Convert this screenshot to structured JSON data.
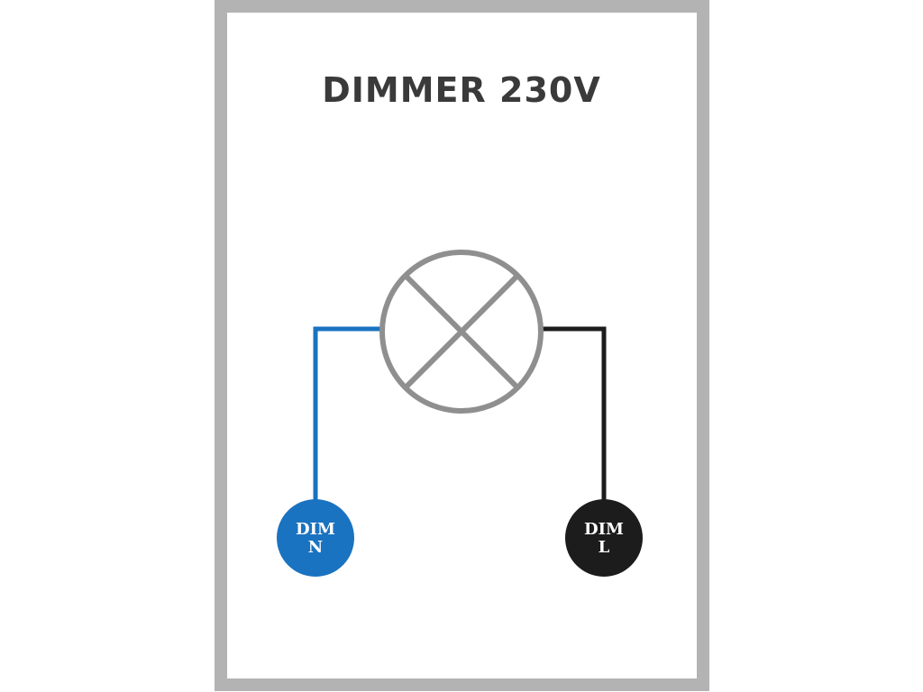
{
  "title": "DIMMER 230V",
  "colors": {
    "frame": "#b3b3b3",
    "lamp": "#8f8f8f",
    "neutral": "#1a73c0",
    "live": "#1c1c1c",
    "title": "#3a3a3a"
  },
  "terminals": {
    "neutral": {
      "line1": "DIM",
      "line2": "N"
    },
    "live": {
      "line1": "DIM",
      "line2": "L"
    }
  },
  "symbols": {
    "lamp": "lamp-symbol-icon"
  }
}
